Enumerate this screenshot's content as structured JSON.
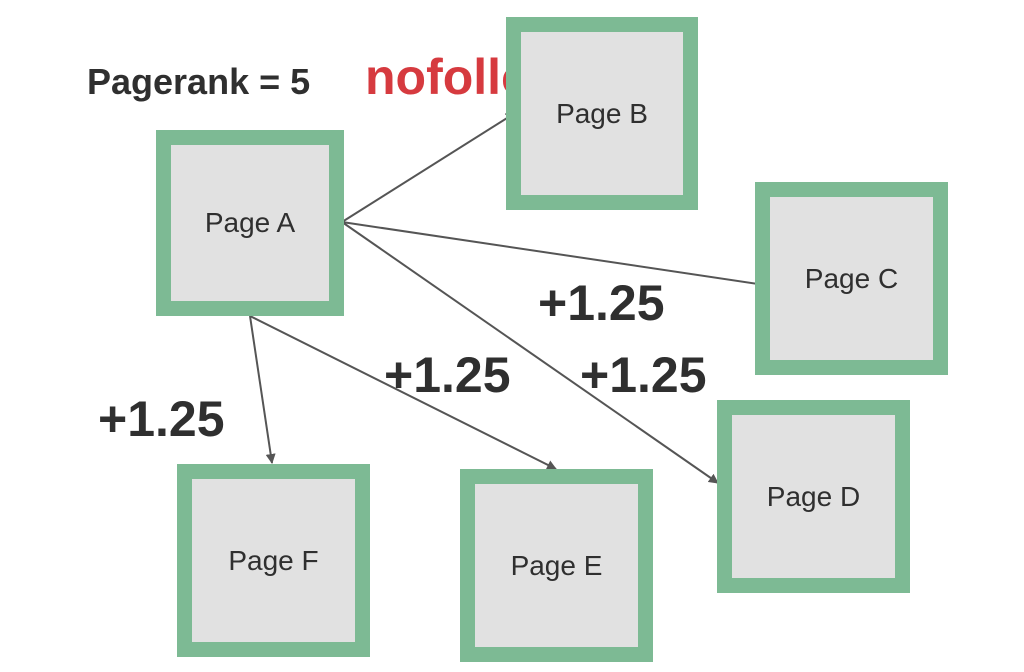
{
  "pagerank_label": "Pagerank = 5",
  "nofollow_label": "nofollow",
  "colors": {
    "node_border": "#7dba94",
    "node_fill": "#e1e1e1",
    "arrow": "#555555",
    "text": "#2f2f2f",
    "nofollow": "#d63a3f"
  },
  "nodes": {
    "a": "Page A",
    "b": "Page B",
    "c": "Page C",
    "d": "Page D",
    "e": "Page E",
    "f": "Page F"
  },
  "links": [
    {
      "from": "Page A",
      "to": "Page B",
      "value": "",
      "nofollow": true
    },
    {
      "from": "Page A",
      "to": "Page C",
      "value": "+1.25",
      "nofollow": false
    },
    {
      "from": "Page A",
      "to": "Page D",
      "value": "+1.25",
      "nofollow": false
    },
    {
      "from": "Page A",
      "to": "Page E",
      "value": "+1.25",
      "nofollow": false
    },
    {
      "from": "Page A",
      "to": "Page F",
      "value": "+1.25",
      "nofollow": false
    }
  ]
}
